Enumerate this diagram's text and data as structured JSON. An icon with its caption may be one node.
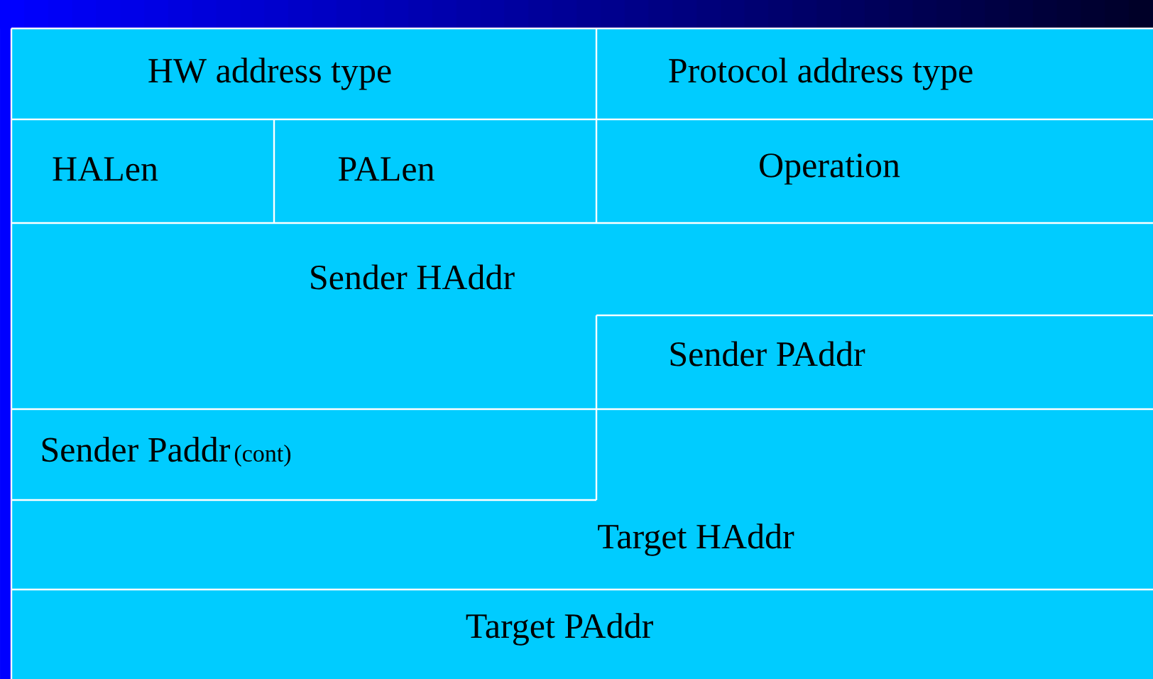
{
  "diagram": {
    "nodes": [
      {
        "text": [
          "HW address type"
        ]
      },
      {
        "text": [
          "Protocol address type"
        ]
      },
      {
        "text": [
          "HALen"
        ]
      },
      {
        "text": [
          "PALen"
        ]
      },
      {
        "text": [
          "Operation"
        ]
      },
      {
        "text": [
          "Sender HAddr"
        ]
      },
      {
        "text": [
          "Sender PAddr"
        ]
      },
      {
        "text": [
          "Sender Paddr",
          "(cont)"
        ]
      },
      {
        "text": [
          "Target HAddr"
        ]
      },
      {
        "text": [
          "Target PAddr"
        ]
      }
    ]
  }
}
